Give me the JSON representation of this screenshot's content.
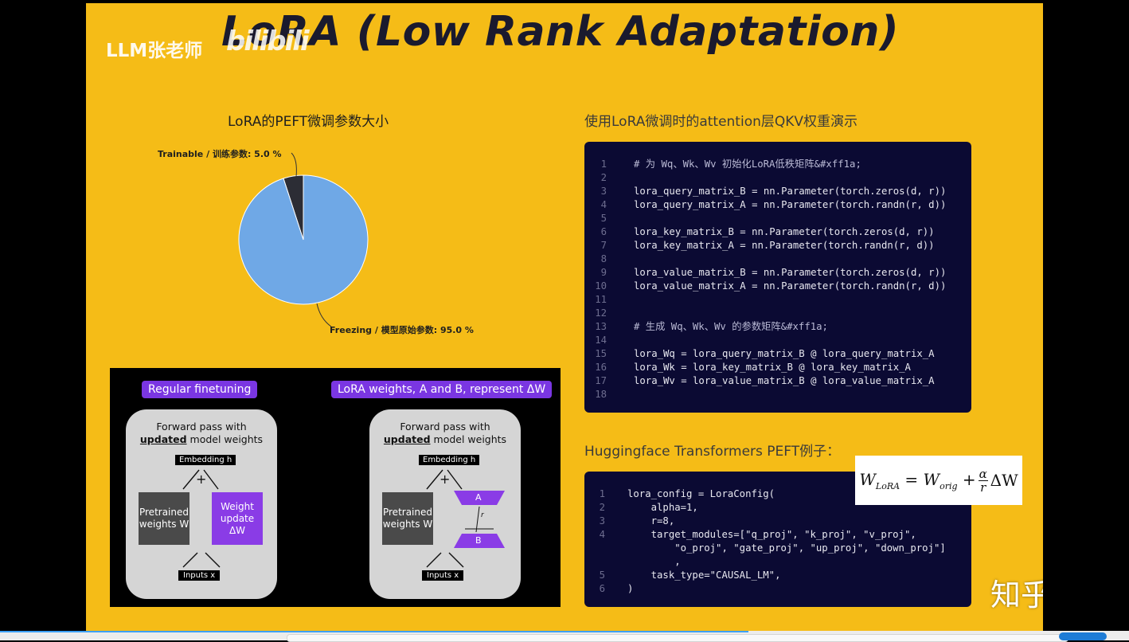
{
  "slide": {
    "watermark": "LLM张老师",
    "bilibili": "bilibili",
    "title": "LoRA (Low Rank Adaptation)"
  },
  "pie": {
    "title": "LoRA的PEFT微调参数大小",
    "trainable_label": "Trainable / 训练参数: 5.0 %",
    "freezing_label": "Freezing / 模型原始参数: 95.0 %"
  },
  "chart_data": {
    "type": "pie",
    "title": "LoRA的PEFT微调参数大小",
    "slices": [
      {
        "label": "Trainable / 训练参数",
        "value": 5.0,
        "color": "#2c2d35"
      },
      {
        "label": "Freezing / 模型原始参数",
        "value": 95.0,
        "color": "#6fa8e6"
      }
    ]
  },
  "code_section": {
    "title": "使用LoRA微调时的attention层QKV权重演示",
    "lines": [
      {
        "n": "1",
        "code": "# 为 Wq、Wk、Wv 初始化LoRA低秩矩阵&#xff1a;"
      },
      {
        "n": "2",
        "code": ""
      },
      {
        "n": "3",
        "code": "lora_query_matrix_B = nn.Parameter(torch.zeros(d, r))"
      },
      {
        "n": "4",
        "code": "lora_query_matrix_A = nn.Parameter(torch.randn(r, d))"
      },
      {
        "n": "5",
        "code": ""
      },
      {
        "n": "6",
        "code": "lora_key_matrix_B = nn.Parameter(torch.zeros(d, r))"
      },
      {
        "n": "7",
        "code": "lora_key_matrix_A = nn.Parameter(torch.randn(r, d))"
      },
      {
        "n": "8",
        "code": ""
      },
      {
        "n": "9",
        "code": "lora_value_matrix_B = nn.Parameter(torch.zeros(d, r))"
      },
      {
        "n": "10",
        "code": "lora_value_matrix_A = nn.Parameter(torch.randn(r, d))"
      },
      {
        "n": "11",
        "code": ""
      },
      {
        "n": "12",
        "code": ""
      },
      {
        "n": "13",
        "code": "# 生成 Wq、Wk、Wv 的参数矩阵&#xff1a;"
      },
      {
        "n": "14",
        "code": ""
      },
      {
        "n": "15",
        "code": "lora_Wq = lora_query_matrix_B @ lora_query_matrix_A"
      },
      {
        "n": "16",
        "code": "lora_Wk = lora_key_matrix_B @ lora_key_matrix_A"
      },
      {
        "n": "17",
        "code": "lora_Wv = lora_value_matrix_B @ lora_value_matrix_A"
      },
      {
        "n": "18",
        "code": ""
      }
    ]
  },
  "hf_section": {
    "title": "Huggingface Transformers PEFT例子：",
    "lines": [
      {
        "n": "1",
        "code": "lora_config = LoraConfig("
      },
      {
        "n": "2",
        "code": "    alpha=1,"
      },
      {
        "n": "3",
        "code": "    r=8,"
      },
      {
        "n": "4",
        "code": "    target_modules=[\"q_proj\", \"k_proj\", \"v_proj\","
      },
      {
        "n": "",
        "code": "        \"o_proj\", \"gate_proj\", \"up_proj\", \"down_proj\"]"
      },
      {
        "n": "",
        "code": "        ,"
      },
      {
        "n": "5",
        "code": "    task_type=\"CAUSAL_LM\","
      },
      {
        "n": "6",
        "code": ")"
      }
    ],
    "formula": "W_LoRA = W_orig + α/r ΔW"
  },
  "diagram": {
    "left_label": "Regular finetuning",
    "right_label": "LoRA weights, A and B, represent ΔW",
    "forward_line1": "Forward pass with",
    "forward_updated": "updated",
    "forward_rest": " model weights",
    "embedding": "Embedding h",
    "pretrained": "Pretrained weights W",
    "weight_update": "Weight update ΔW",
    "inputs": "Inputs x",
    "plus": "+",
    "a_label": "A",
    "b_label": "B",
    "r_label": "r"
  },
  "zhihu": "知乎 @adjhr"
}
